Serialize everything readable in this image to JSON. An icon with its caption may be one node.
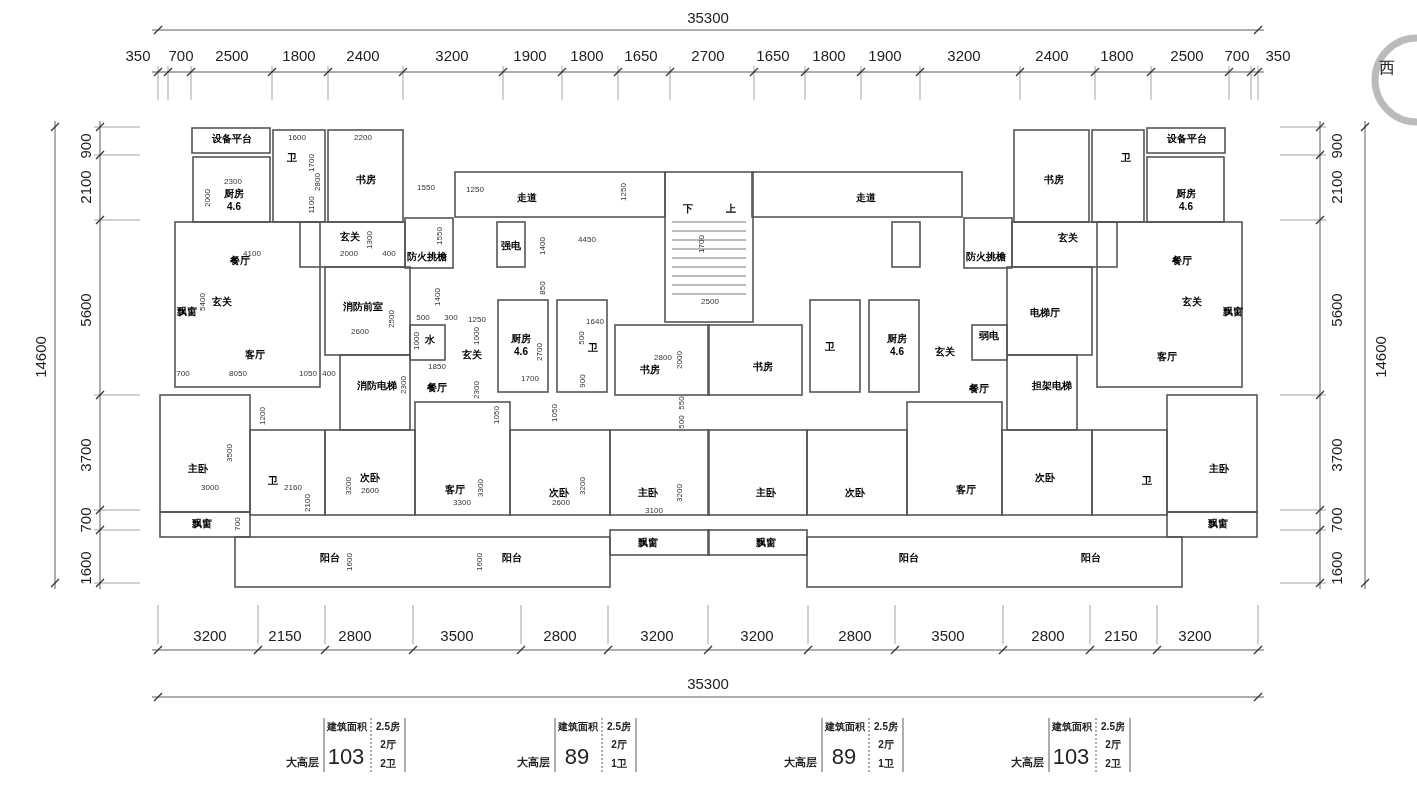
{
  "diagram": {
    "labels": [
      "35300",
      "350",
      "700",
      "2500",
      "1800",
      "2400",
      "3200",
      "1900",
      "1800",
      "1650",
      "2700",
      "1650",
      "1800",
      "1900",
      "3200",
      "2400",
      "1800",
      "2500",
      "700",
      "350",
      "西",
      "设备平台",
      "1600",
      "2200",
      "设备平台",
      "900",
      "900",
      "卫",
      "1700",
      "卫",
      "2300",
      "2800",
      "书房",
      "书房",
      "2100",
      "2100",
      "1550",
      "1250",
      "1250",
      "走道",
      "走道",
      "2000",
      "厨房",
      "4.6",
      "厨房",
      "4.6",
      "1100",
      "下",
      "上",
      "玄关",
      "1300",
      "1550",
      "强电",
      "1400",
      "4450",
      "1700",
      "玄关",
      "餐厅",
      "4100",
      "2000",
      "400",
      "防火挑檐",
      "防火挑檐",
      "餐厅",
      "850",
      "5600",
      "飘窗",
      "5400",
      "玄关",
      "消防前室",
      "1400",
      "2500",
      "电梯厅",
      "玄关",
      "飘窗",
      "5600",
      "2500",
      "500",
      "300",
      "1250",
      "1640",
      "2600",
      "1000",
      "水",
      "1000",
      "厨房",
      "500",
      "厨房",
      "弱电",
      "14600",
      "客厅",
      "玄关",
      "4.6",
      "2700",
      "卫",
      "卫",
      "4.6",
      "玄关",
      "客厅",
      "14600",
      "1850",
      "书房",
      "2800",
      "2000",
      "书房",
      "700",
      "8050",
      "1050",
      "400",
      "消防电梯",
      "2300",
      "餐厅",
      "2300",
      "1700",
      "900",
      "餐厅",
      "担架电梯",
      "1200",
      "1050",
      "1050",
      "550",
      "500",
      "3700",
      "3500",
      "3700",
      "主卧",
      "主卧",
      "3000",
      "卫",
      "2160",
      "3200",
      "次卧",
      "2600",
      "客厅",
      "3300",
      "次卧",
      "3200",
      "主卧",
      "3200",
      "主卧",
      "次卧",
      "客厅",
      "次卧",
      "卫",
      "2100",
      "3300",
      "2600",
      "3100",
      "700",
      "飘窗",
      "700",
      "飘窗",
      "700",
      "飘窗",
      "飘窗",
      "1600",
      "阳台",
      "1600",
      "1600",
      "阳台",
      "阳台",
      "阳台",
      "1600",
      "3200",
      "2150",
      "2800",
      "3500",
      "2800",
      "3200",
      "3200",
      "2800",
      "3500",
      "2800",
      "2150",
      "3200",
      "35300",
      "建筑面积",
      "2.5房",
      "大高层",
      "103",
      "2厅",
      "2卫",
      "建筑面积",
      "2.5房",
      "大高层",
      "89",
      "2厅",
      "1卫",
      "建筑面积",
      "2.5房",
      "大高层",
      "89",
      "2厅",
      "1卫",
      "建筑面积",
      "2.5房",
      "大高层",
      "103",
      "2厅",
      "2卫"
    ]
  }
}
